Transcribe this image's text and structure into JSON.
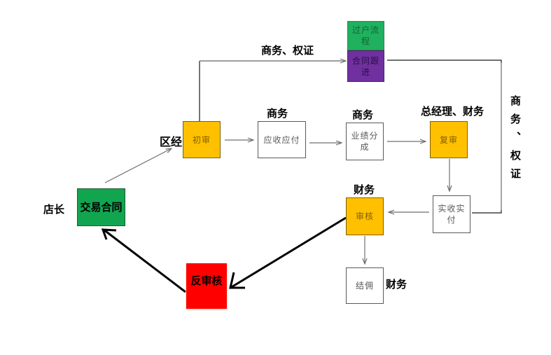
{
  "diagram": {
    "colors": {
      "yellow": "#ffc000",
      "green_contract": "#12a550",
      "green_transfer": "#1fb15e",
      "purple": "#7030a0",
      "red": "#ff0000",
      "white": "#ffffff"
    },
    "nodes": {
      "contract": "交易合同",
      "initial_review": "初审",
      "receivable_payable": "应收应付",
      "performance_split": "业绩分成",
      "re_review": "复审",
      "transfer_process": "过户流程",
      "contract_followup": "合同跟进",
      "actual_receipt_payment": "实收实付",
      "audit": "审核",
      "commission": "结佣",
      "reverse_audit": "反审核"
    },
    "roles": {
      "store_manager": "店长",
      "district_manager": "区经",
      "business_rights_top": "商务、权证",
      "business_receivable": "商务",
      "business_performance": "商务",
      "gm_finance": "总经理、财务",
      "business_rights_side": "商务、权证",
      "finance_audit": "财务",
      "finance_commission": "财务"
    }
  }
}
